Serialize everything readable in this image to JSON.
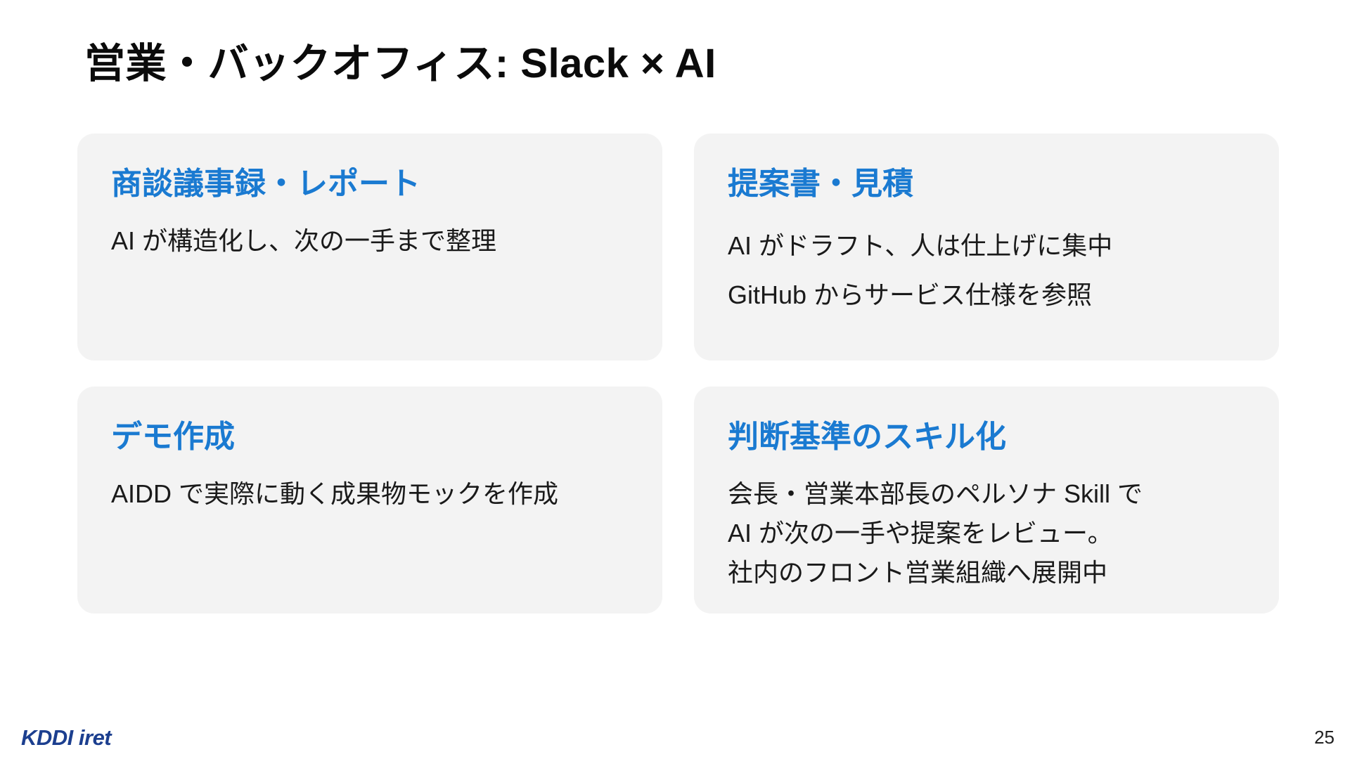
{
  "slide": {
    "title": "営業・バックオフィス: Slack × AI",
    "page_number": "25",
    "logo_text": "KDDI iret"
  },
  "cards": [
    {
      "title": "商談議事録・レポート",
      "lines": [
        "AI が構造化し、次の一手まで整理"
      ]
    },
    {
      "title": "提案書・見積",
      "lines": [
        "AI がドラフト、人は仕上げに集中",
        "GitHub からサービス仕様を参照"
      ]
    },
    {
      "title": "デモ作成",
      "lines": [
        "AIDD で実際に動く成果物モックを作成"
      ]
    },
    {
      "title": "判断基準のスキル化",
      "lines": [
        "会長・営業本部長のペルソナ Skill で",
        "AI が次の一手や提案をレビュー。",
        "社内のフロント営業組織へ展開中"
      ]
    }
  ],
  "colors": {
    "accent": "#1a7ad1",
    "card_background": "#f3f3f3",
    "logo": "#1c3f8f"
  }
}
